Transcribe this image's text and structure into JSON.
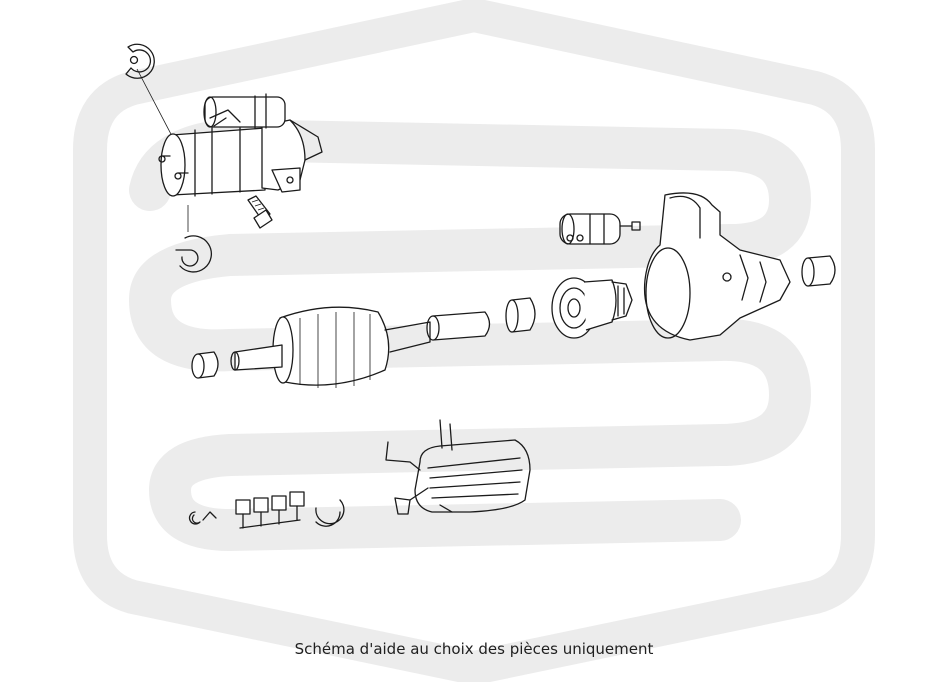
{
  "caption": "Schéma d'aide au choix des pièces uniquement",
  "colors": {
    "background": "#ffffff",
    "watermark": "#ececec",
    "line": "#1b1b1b",
    "caption": "#1f1f1f"
  },
  "icons": [
    "brand-watermark",
    "starter-motor-assembly",
    "solenoid-switch",
    "drive-end-housing",
    "armature",
    "pinion-drive",
    "bushing",
    "brush-holder",
    "field-coil",
    "circlip",
    "lock-washer",
    "bolt",
    "spring"
  ]
}
